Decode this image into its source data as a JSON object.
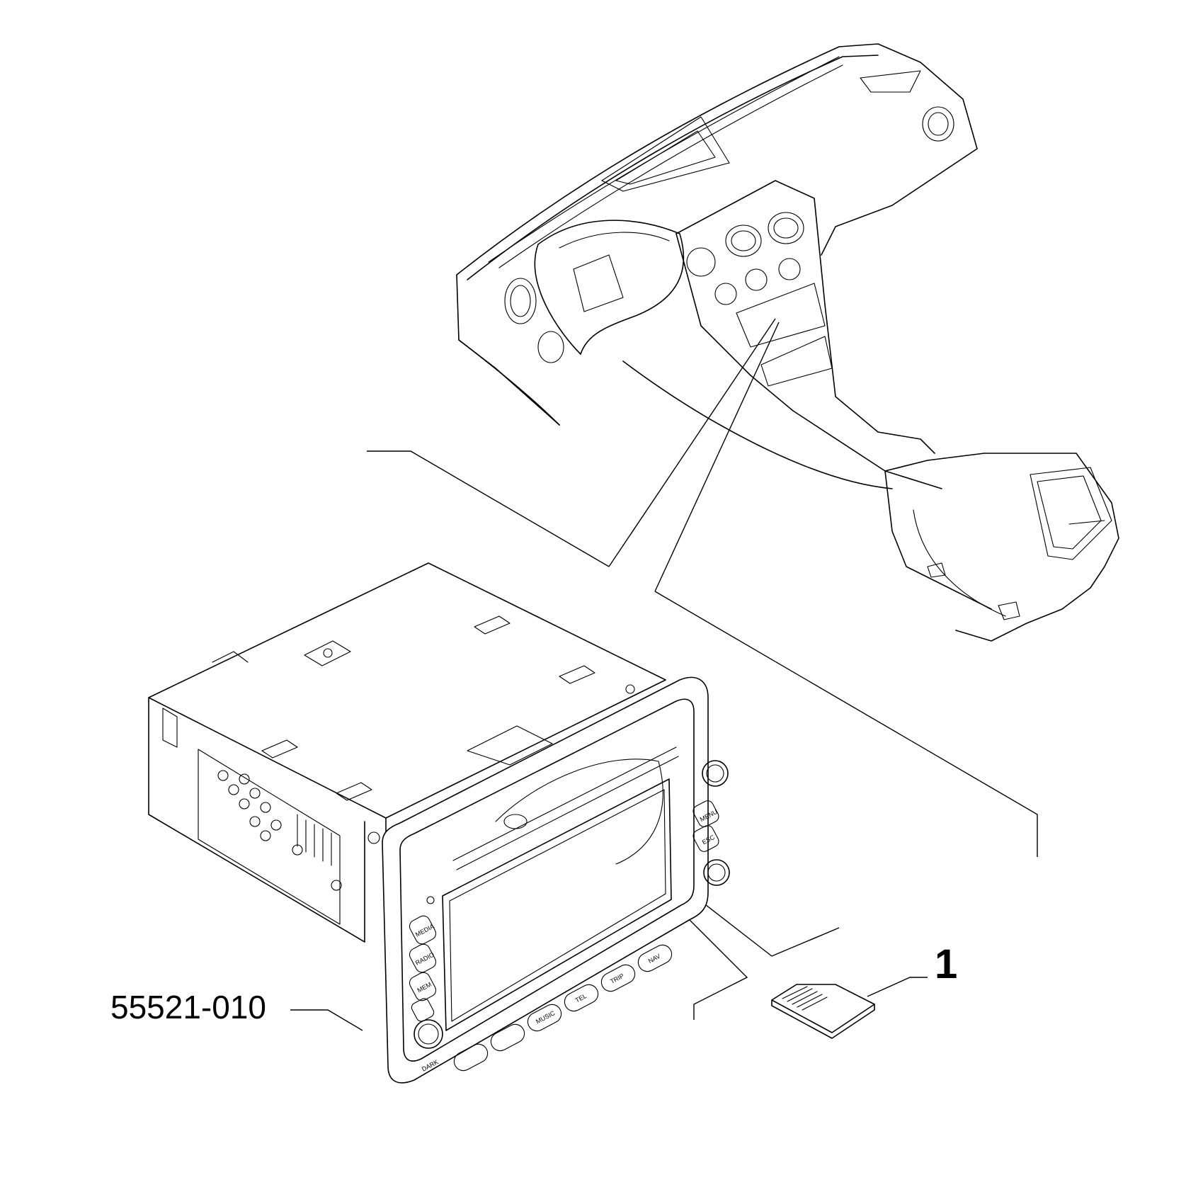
{
  "callouts": {
    "part_number": "55521-010",
    "item_number": "1"
  },
  "head_unit": {
    "left_buttons": [
      "MEDIA",
      "RADIO",
      "MEM"
    ],
    "right_buttons": [
      "MENU",
      "ESC"
    ],
    "bottom_buttons": [
      "MUSIC",
      "TEL",
      "TRIP",
      "NAV"
    ],
    "knob_label": "DARK"
  }
}
